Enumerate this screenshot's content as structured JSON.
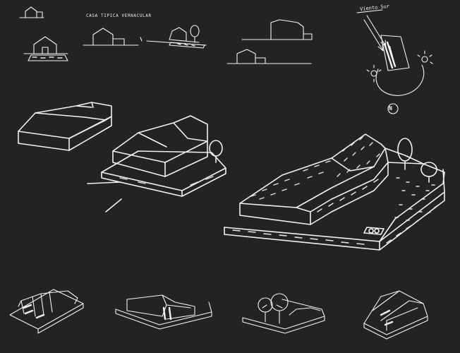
{
  "sketch_sheet": {
    "reference_label": "CASA TIPICA VERNACULAR",
    "wind_label": "Viento Sur",
    "north_label": "N"
  },
  "colors": {
    "background": "#232323",
    "ink": "#f2f2f2"
  }
}
